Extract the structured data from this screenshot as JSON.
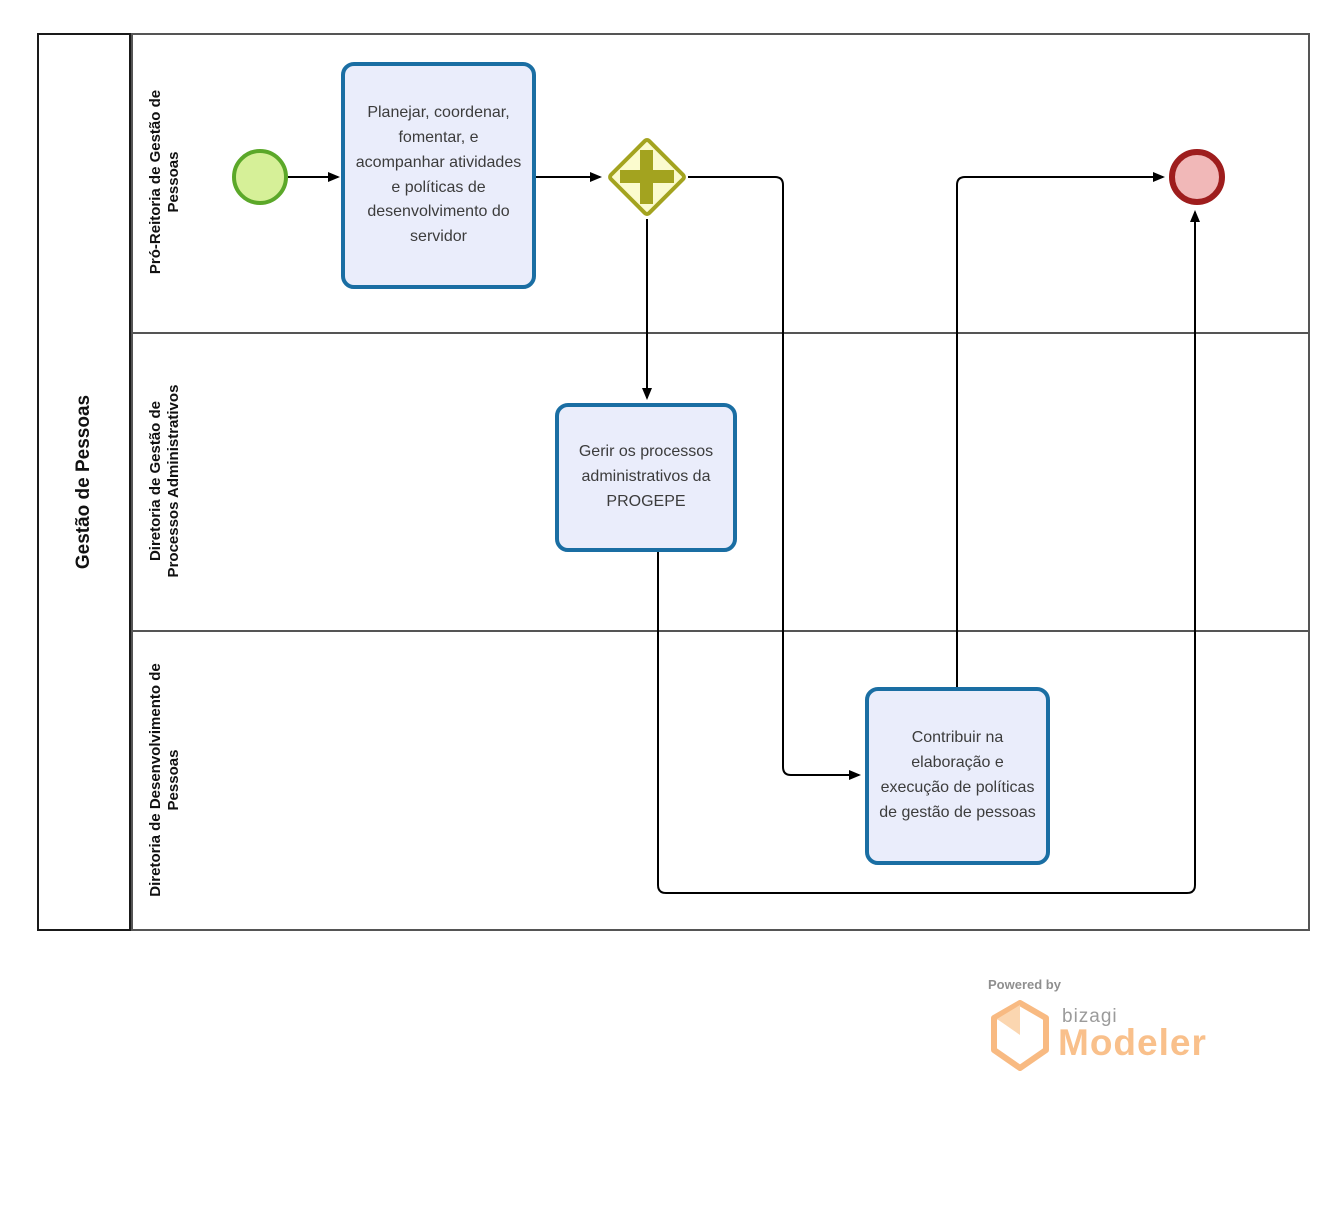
{
  "diagram": {
    "pool_label": "Gestão de Pessoas",
    "lanes": [
      "Pró-Reitoria de Gestão de Pessoas",
      "Diretoria de Gestão de Processos Administrativos",
      "Diretoria de Desenvolvimento de Pessoas"
    ],
    "tasks": {
      "planejar": "Planejar, coordenar, fomentar, e acompanhar atividades e políticas de desenvolvimento do servidor",
      "gerir": "Gerir os processos administrativos da PROGEPE",
      "contribuir": "Contribuir na elaboração e execução de políticas de gestão de pessoas"
    },
    "events": {
      "start": "start-event",
      "end": "end-event"
    },
    "gateway": "parallel-gateway"
  },
  "watermark": {
    "powered_by": "Powered by",
    "brand": "bizagi",
    "product": "Modeler"
  },
  "colors": {
    "task_fill": "#eaedfb",
    "task_border": "#1a6ea3",
    "start_fill": "#d6f098",
    "start_border": "#5ba829",
    "end_fill": "#f1b8b8",
    "end_border": "#9e1d1d",
    "gateway_fill": "#fbfbce",
    "gateway_border": "#a3a31f",
    "pool_border": "#1a1a1a",
    "lane_border": "#555555",
    "connector": "#000000",
    "logo_orange": "#f9c08b",
    "logo_gray": "#9b9b9b"
  }
}
